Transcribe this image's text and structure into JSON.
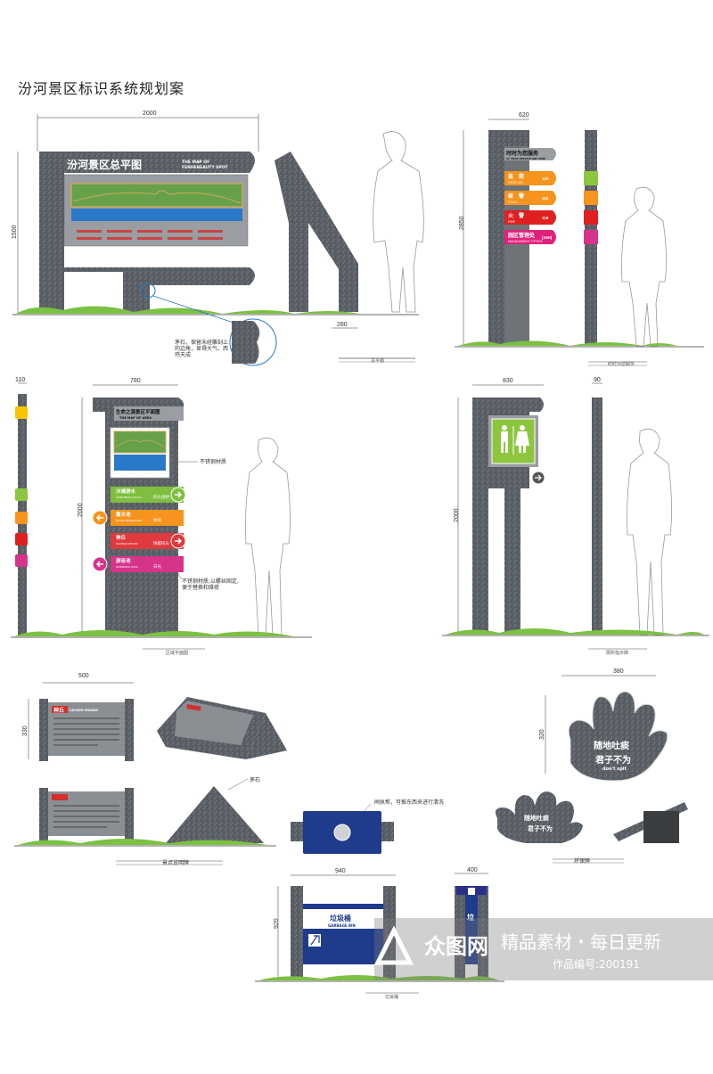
{
  "title": "汾河景区标识系统规划案",
  "colors": {
    "granite": "#5b6066",
    "panel": "#8a8f93",
    "grass": "#7bc142",
    "blue": "#2a78c8",
    "navy": "#1f3b8c",
    "toiletGreen": "#8cc63f"
  },
  "general_map": {
    "width_dim": "2000",
    "height_dim": "1500",
    "heading": "汾河景区总平图",
    "heading_en_1": "THE MAP OF",
    "heading_en_2": "FENHEBEAUTY SPOT",
    "side_dim": "280",
    "note": [
      "茅石，保留未经雕刻上",
      "的边角，显得大气，西",
      "鸡天成"
    ],
    "caption": "总平图"
  },
  "service_sign": {
    "width_dim": "620",
    "height_dim": "2850",
    "header": "时时为您服务",
    "header_en": "AT YOUR SERVICE ANY TIME",
    "items": [
      {
        "cn": "急　救",
        "en": "FIRST AID",
        "num": "120",
        "color": "#f7941d"
      },
      {
        "cn": "匪　警",
        "en": "POLIC",
        "num": "110",
        "color": "#f7941d"
      },
      {
        "cn": "火　警",
        "en": "FIRE",
        "num": "119",
        "color": "#e02020"
      },
      {
        "cn": "园区管理处",
        "en": "MANAGEMENT OFFICE",
        "num": "(24H)",
        "color": "#e0207a"
      }
    ],
    "pole_colors": [
      "#8cc63f",
      "#f7941d",
      "#e02020",
      "#d6338b"
    ],
    "caption": "时时为您服务"
  },
  "area_sign": {
    "width_dim": "780",
    "side_dim": "110",
    "height_dim": "2000",
    "heading": "生命之源景区平面图",
    "heading_en": "THE MAP OF AREA",
    "note_1": "不锈钢材质",
    "note_2": [
      "不锈钢材质,以螺丝固定,",
      "便于替换和维修"
    ],
    "rows": [
      {
        "cn": "沙滩游水",
        "en": "SAND BEACH POOL",
        "right": "码头接桥",
        "dir": "right",
        "color": "#7fbf3f"
      },
      {
        "cn": "蓄水池",
        "en": "WATER RESERVOIR",
        "right": "休闲",
        "dir": "left",
        "color": "#f7941d"
      },
      {
        "cn": "神丘",
        "en": "SACRED MOUND",
        "right": "快艇码头",
        "dir": "right",
        "color": "#e0393e"
      },
      {
        "cn": "游泳池",
        "en": "SWIMMING POOL",
        "right": "日光",
        "dir": "left",
        "color": "#d6338b"
      }
    ],
    "caption": "区域平面图"
  },
  "toilet_sign": {
    "width_dim": "830",
    "side_dim": "90",
    "height_dim": "2000",
    "caption": "厕所指示牌"
  },
  "info_board": {
    "width_dim": "500",
    "height_dim": "330",
    "title": "神丘",
    "title_en": "SACRED MOUND",
    "stone_label": "茅石",
    "caption": "景点说明牌"
  },
  "hand_sign": {
    "width_dim": "380",
    "height_dim": "320",
    "line1": "随地吐痰",
    "line2": "君子不为",
    "line3": "don't spit",
    "caption": "环保牌"
  },
  "garbage_bin": {
    "top_note": "闸执帮，可推东西来进行清洗",
    "width_dim": "940",
    "side_dim": "400",
    "height_dim": "920",
    "label": "垃圾桶",
    "label_en": "GARBAGE BIN",
    "side_label": "垃",
    "caption": "垃圾桶"
  },
  "watermark": {
    "logo": "众图网",
    "line1": "精品素材・每日更新",
    "line2": "作品编号:200191"
  }
}
